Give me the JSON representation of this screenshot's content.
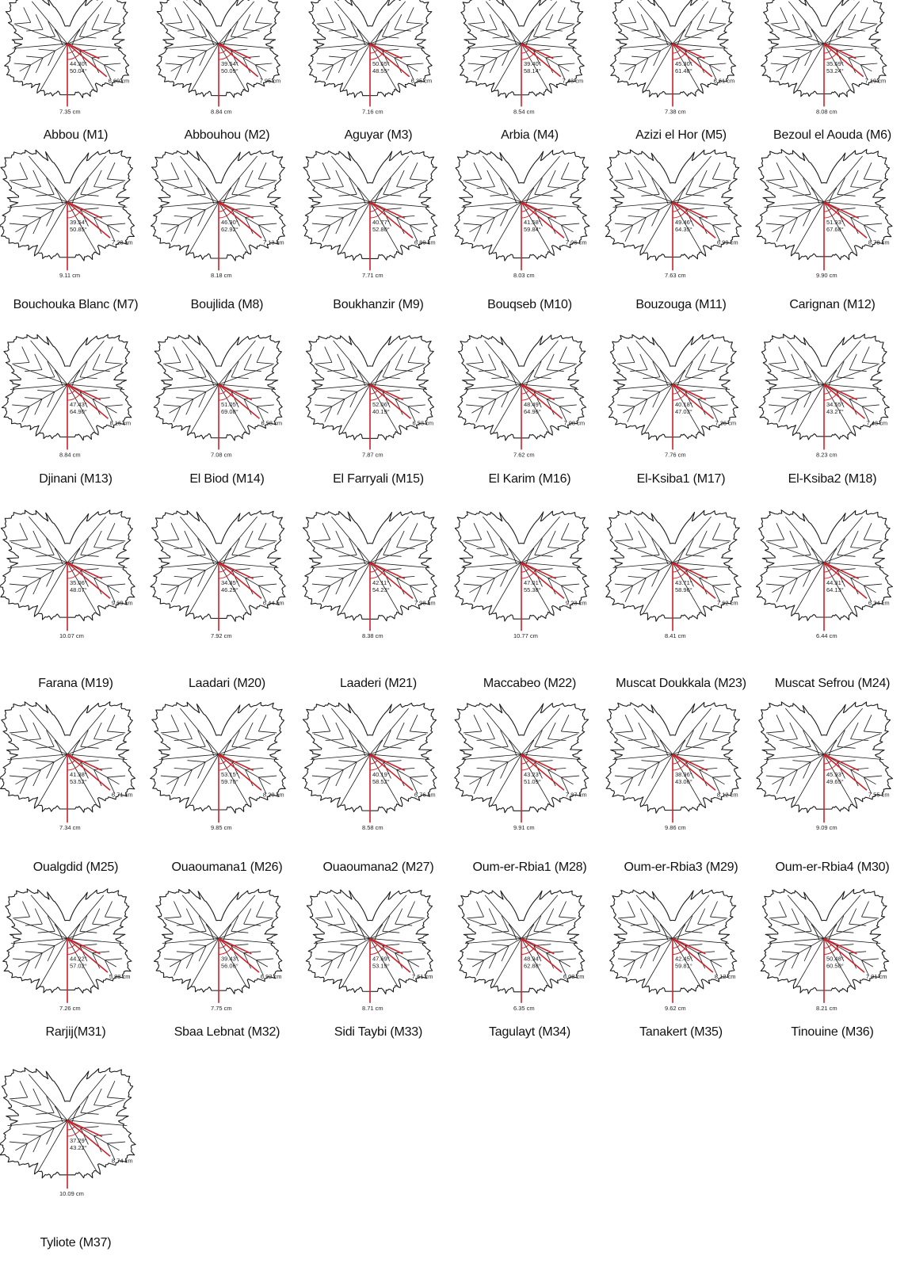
{
  "leaves": [
    {
      "name": "Abbou (M1)",
      "angle1": "44.30°",
      "angle2": "50.04°",
      "len_side": "6.60 cm",
      "len_main": "7.35 cm"
    },
    {
      "name": "Abbouhou (M2)",
      "angle1": "39.54°",
      "angle2": "50.09°",
      "len_side": "7.95 cm",
      "len_main": "8.84 cm"
    },
    {
      "name": "Aguyar (M3)",
      "angle1": "50.65°",
      "angle2": "48.55°",
      "len_side": "6.35 cm",
      "len_main": "7.16 cm"
    },
    {
      "name": "Arbia (M4)",
      "angle1": "39.40°",
      "angle2": "58.14°",
      "len_side": "7.43 cm",
      "len_main": "8.54 cm"
    },
    {
      "name": "Azizi el Hor (M5)",
      "angle1": "45.30°",
      "angle2": "61.48°",
      "len_side": "6.61 cm",
      "len_main": "7.38 cm"
    },
    {
      "name": "Bezoul el Aouda (M6)",
      "angle1": "35.69°",
      "angle2": "53.24°",
      "len_side": "7.19 cm",
      "len_main": "8.08 cm"
    },
    {
      "name": "Bouchouka Blanc (M7)",
      "angle1": "39.54°",
      "angle2": "50.85°",
      "len_side": "7.28 cm",
      "len_main": "9.11 cm"
    },
    {
      "name": "Boujlida (M8)",
      "angle1": "46.90°",
      "angle2": "62.92°",
      "len_side": "7.13 cm",
      "len_main": "8.18 cm"
    },
    {
      "name": "Boukhanzir (M9)",
      "angle1": "40.77°",
      "angle2": "52.80°",
      "len_side": "6.89 cm",
      "len_main": "7.71 cm"
    },
    {
      "name": "Bouqseb (M10)",
      "angle1": "41.58°",
      "angle2": "59.84°",
      "len_side": "7.06 cm",
      "len_main": "8.03 cm"
    },
    {
      "name": "Bouzouga (M11)",
      "angle1": "49.46°",
      "angle2": "64.35°",
      "len_side": "6.99 cm",
      "len_main": "7.63 cm"
    },
    {
      "name": "Carignan (M12)",
      "angle1": "51.93°",
      "angle2": "67.68°",
      "len_side": "8.78 cm",
      "len_main": "9.90 cm"
    },
    {
      "name": "Djinani (M13)",
      "angle1": "47.43°",
      "angle2": "64.90°",
      "len_side": "8.16 cm",
      "len_main": "8.84 cm"
    },
    {
      "name": "El Biod (M14)",
      "angle1": "51.05°",
      "angle2": "69.08°",
      "len_side": "6.58 cm",
      "len_main": "7.08 cm"
    },
    {
      "name": "El Farryali (M15)",
      "angle1": "52.06°",
      "angle2": "40.19°",
      "len_side": "6.53 cm",
      "len_main": "7.87 cm"
    },
    {
      "name": "El Karim (M16)",
      "angle1": "48.49°",
      "angle2": "64.96°",
      "len_side": "7.08 cm",
      "len_main": "7.62 cm"
    },
    {
      "name": "El-Ksiba1 (M17)",
      "angle1": "40.18°",
      "angle2": "47.03°",
      "len_side": "7.36 cm",
      "len_main": "7.76 cm"
    },
    {
      "name": "El-Ksiba2 (M18)",
      "angle1": "34.55°",
      "angle2": "43.27°",
      "len_side": "7.43 cm",
      "len_main": "8.23 cm"
    },
    {
      "name": "Farana (M19)",
      "angle1": "35.06°",
      "angle2": "48.07°",
      "len_side": "9.69 cm",
      "len_main": "10.07 cm"
    },
    {
      "name": "Laadari (M20)",
      "angle1": "34.85°",
      "angle2": "46.29°",
      "len_side": "6.44 cm",
      "len_main": "7.92 cm"
    },
    {
      "name": "Laaderi (M21)",
      "angle1": "42.11°",
      "angle2": "54.23°",
      "len_side": "7.98 cm",
      "len_main": "8.38 cm"
    },
    {
      "name": "Maccabeo (M22)",
      "angle1": "47.01°",
      "angle2": "55.38°",
      "len_side": "9.23 cm",
      "len_main": "10.77 cm"
    },
    {
      "name": "Muscat Doukkala (M23)",
      "angle1": "43.71°",
      "angle2": "58.96°",
      "len_side": "7.62 cm",
      "len_main": "8.41 cm"
    },
    {
      "name": "Muscat Sefrou (M24)",
      "angle1": "44.31°",
      "angle2": "64.13°",
      "len_side": "6.34 cm",
      "len_main": "6.44 cm"
    },
    {
      "name": "Oualgdid (M25)",
      "angle1": "41.38°",
      "angle2": "53.52°",
      "len_side": "6.71 cm",
      "len_main": "7.34 cm"
    },
    {
      "name": "Ouaoumana1 (M26)",
      "angle1": "53.15°",
      "angle2": "59.70°",
      "len_side": "8.20 cm",
      "len_main": "9.85 cm"
    },
    {
      "name": "Ouaoumana2 (M27)",
      "angle1": "40.19°",
      "angle2": "58.52°",
      "len_side": "6.76 cm",
      "len_main": "8.58 cm"
    },
    {
      "name": "Oum-er-Rbia1 (M28)",
      "angle1": "43.23°",
      "angle2": "51.09°",
      "len_side": "7.87 cm",
      "len_main": "9.91 cm"
    },
    {
      "name": "Oum-er-Rbia3 (M29)",
      "angle1": "38.96°",
      "angle2": "43.06°",
      "len_side": "8.12 cm",
      "len_main": "9.86 cm"
    },
    {
      "name": "Oum-er-Rbia4 (M30)",
      "angle1": "45.93°",
      "angle2": "49.65°",
      "len_side": "7.55 cm",
      "len_main": "9.09 cm"
    },
    {
      "name": "Rarjij(M31)",
      "angle1": "44.22°",
      "angle2": "57.02°",
      "len_side": "5.88 cm",
      "len_main": "7.26 cm"
    },
    {
      "name": "Sbaa Lebnat (M32)",
      "angle1": "39.43°",
      "angle2": "56.06°",
      "len_side": "6.92 cm",
      "len_main": "7.75 cm"
    },
    {
      "name": "Sidi Taybi (M33)",
      "angle1": "47.69°",
      "angle2": "53.19°",
      "len_side": "7.61 cm",
      "len_main": "8.71 cm"
    },
    {
      "name": "Tagulayt (M34)",
      "angle1": "48.94°",
      "angle2": "62.88°",
      "len_side": "6.08 cm",
      "len_main": "6.35 cm"
    },
    {
      "name": "Tanakert (M35)",
      "angle1": "42.45°",
      "angle2": "59.81°",
      "len_side": "8.12 cm",
      "len_main": "9.62 cm"
    },
    {
      "name": "Tinouine (M36)",
      "angle1": "50.48°",
      "angle2": "60.50°",
      "len_side": "7.01 cm",
      "len_main": "8.21 cm"
    },
    {
      "name": "Tyliote (M37)",
      "angle1": "37.29°",
      "angle2": "43.22°",
      "len_side": "8.74 cm",
      "len_main": "10.09 cm"
    }
  ]
}
